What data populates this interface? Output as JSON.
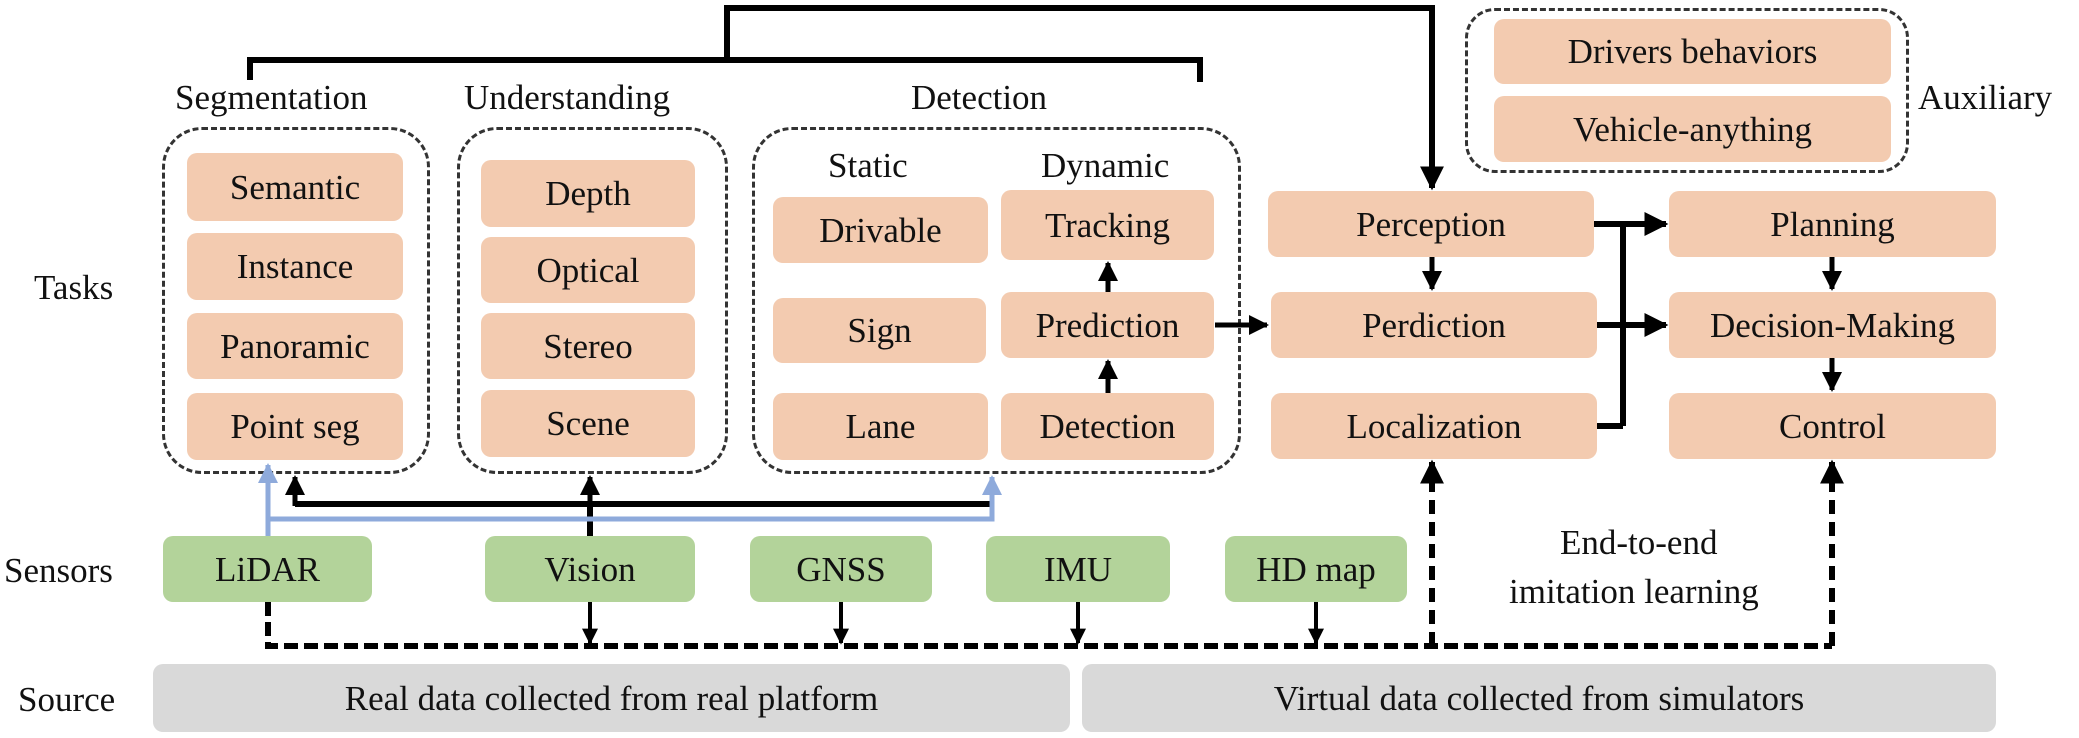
{
  "row_labels": {
    "tasks": "Tasks",
    "sensors": "Sensors",
    "source": "Source"
  },
  "groups": {
    "segmentation": {
      "title": "Segmentation",
      "items": [
        "Semantic",
        "Instance",
        "Panoramic",
        "Point seg"
      ]
    },
    "understanding": {
      "title": "Understanding",
      "items": [
        "Depth",
        "Optical",
        "Stereo",
        "Scene"
      ]
    },
    "detection": {
      "title": "Detection",
      "static_label": "Static",
      "dynamic_label": "Dynamic",
      "static_items": [
        "Drivable",
        "Sign",
        "Lane"
      ],
      "dynamic_items": [
        "Tracking",
        "Prediction",
        "Detection"
      ]
    },
    "auxiliary": {
      "title": "Auxiliary",
      "items": [
        "Drivers behaviors",
        "Vehicle-anything"
      ]
    }
  },
  "pipeline": {
    "perception_stack": [
      "Perception",
      "Perdiction",
      "Localization"
    ],
    "planning_stack": [
      "Planning",
      "Decision-Making",
      "Control"
    ]
  },
  "sensors": [
    "LiDAR",
    "Vision",
    "GNSS",
    "IMU",
    "HD map"
  ],
  "sources": {
    "real": "Real data collected from real platform",
    "virtual": "Virtual data collected from simulators"
  },
  "annotation": {
    "line1": "End-to-end",
    "line2": "imitation learning"
  },
  "colors": {
    "task_box": "#f3cbb0",
    "sensor_box": "#b3d39a",
    "source_box": "#d9d9d9",
    "connector": "#000000",
    "lidar_connector": "#8eaadb"
  }
}
